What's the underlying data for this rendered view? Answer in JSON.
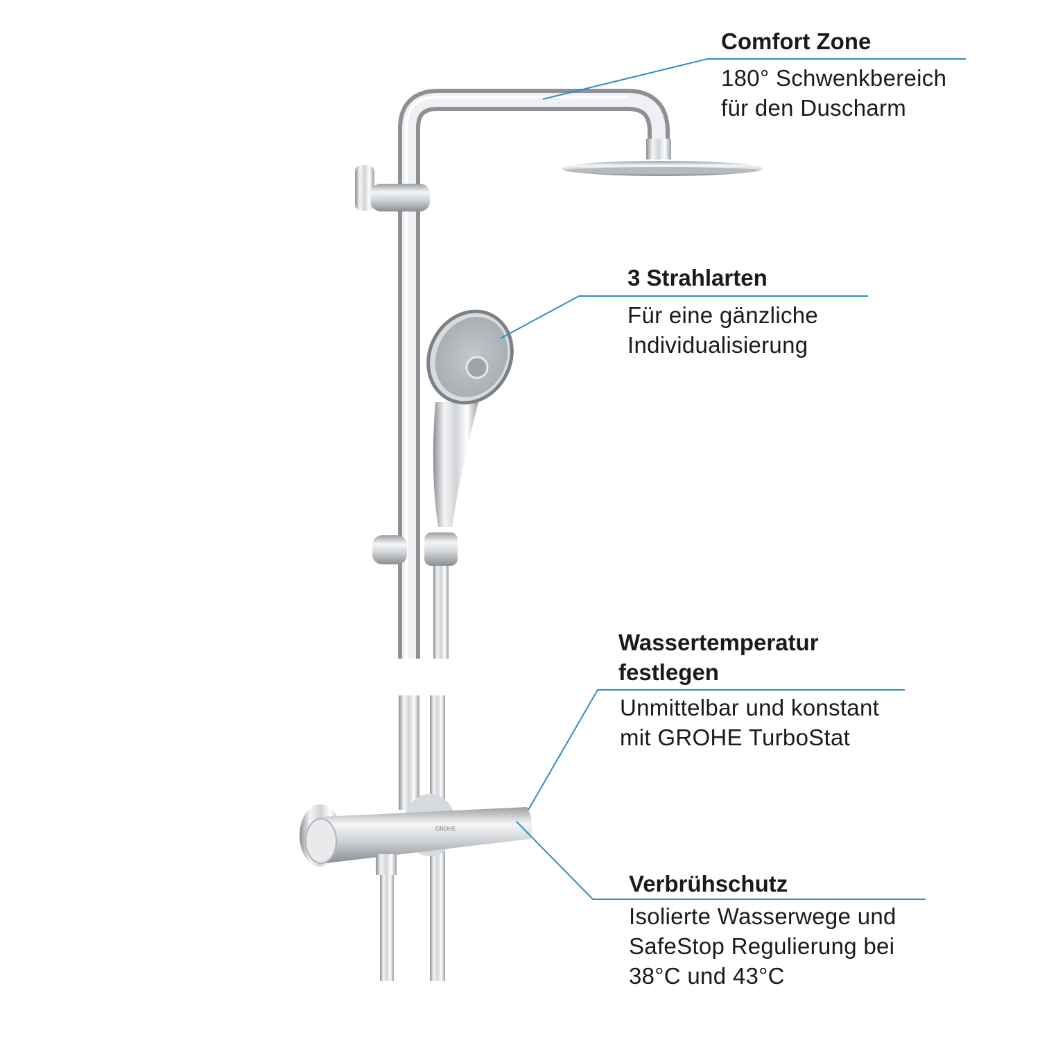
{
  "colors": {
    "leader": "#2a8fc4",
    "text": "#1a1a1a",
    "chrome": "#c9ccd0"
  },
  "callouts": [
    {
      "title": [
        "Comfort Zone"
      ],
      "body": [
        "180° Schwenkbereich",
        "für den Duscharm"
      ]
    },
    {
      "title": [
        "3 Strahlarten"
      ],
      "body": [
        "Für eine gänzliche",
        "Individualisierung"
      ]
    },
    {
      "title": [
        "Wassertemperatur",
        "festlegen"
      ],
      "body": [
        "Unmittelbar und konstant",
        "mit GROHE TurboStat"
      ]
    },
    {
      "title": [
        "Verbrühschutz"
      ],
      "body": [
        "Isolierte Wasserwege und",
        "SafeStop Regulierung bei",
        "38°C und 43°C"
      ]
    }
  ],
  "product": {
    "brand_logo": "GROHE"
  }
}
